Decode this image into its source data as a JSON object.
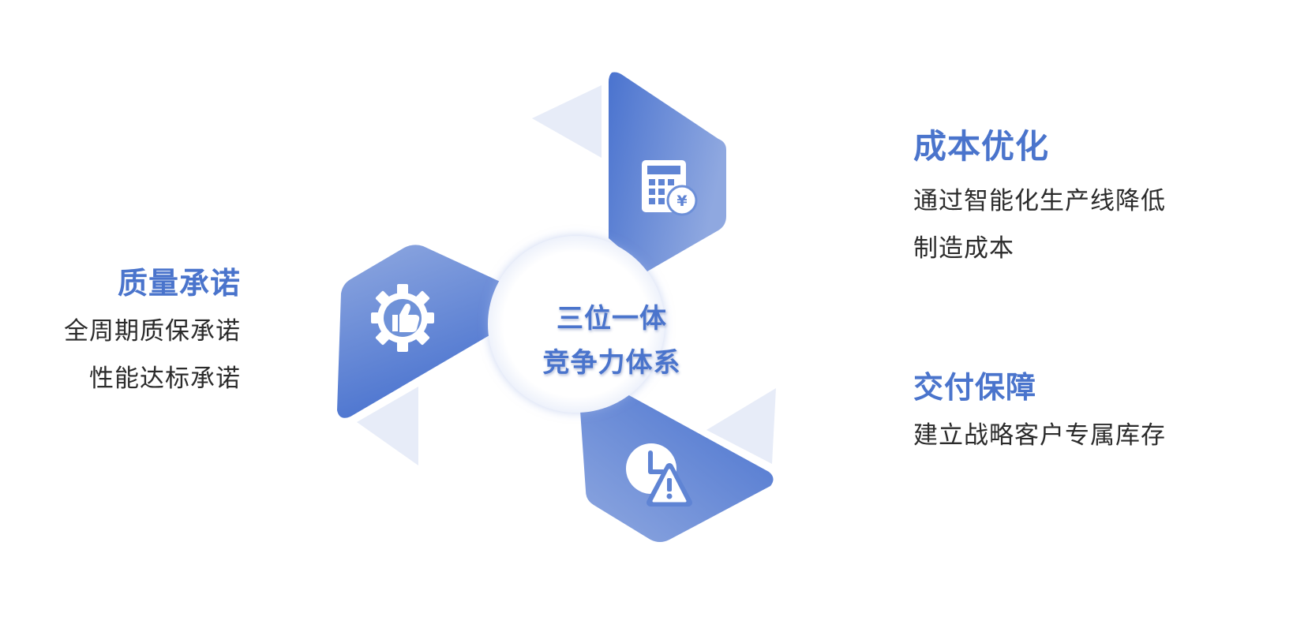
{
  "colors": {
    "accent": "#4a74cc",
    "blade_dark": "#4a73cf",
    "blade_light": "#8fa8e0",
    "shadow_triangle": "#e7ecf8",
    "body_text": "#2b2b2b"
  },
  "center": {
    "line1": "三位一体",
    "line2": "竞争力体系"
  },
  "sections": {
    "cost": {
      "title": "成本优化",
      "line1": "通过智能化生产线降低",
      "line2": "制造成本",
      "icon": "calculator-yen-icon"
    },
    "quality": {
      "title": "质量承诺",
      "line1": "全周期质保承诺",
      "line2": "性能达标承诺",
      "icon": "gear-thumbs-up-icon"
    },
    "delivery": {
      "title": "交付保障",
      "line1": "建立战略客户专属库存",
      "icon": "clock-warning-icon"
    }
  }
}
